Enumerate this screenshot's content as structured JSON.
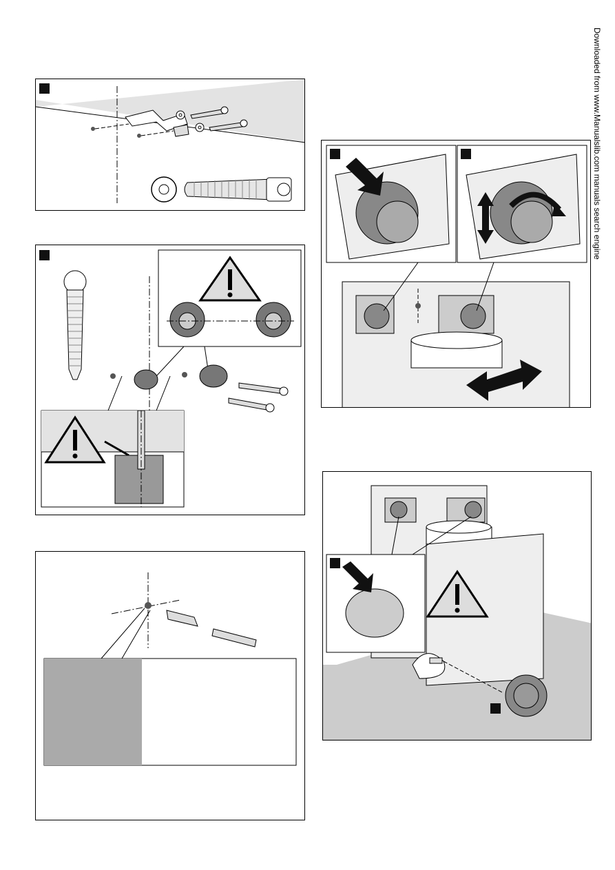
{
  "page_number_text": "Downloaded from www.Manualslib.com manuals search engine",
  "colors": {
    "outline": "#000000",
    "grey_fill": "#d9d9d9",
    "dark_grey": "#7a7a7a",
    "marker": "#111111"
  },
  "panels": [
    {
      "id": "bracket-mounting",
      "icons": [
        "screw-icon",
        "washer-icon",
        "bracket-icon"
      ]
    },
    {
      "id": "wall-plug-warning",
      "icons": [
        "warning-icon",
        "screw-icon",
        "wall-plug-icon"
      ]
    },
    {
      "id": "anchor-bolt",
      "icons": [
        "anchor-icon",
        "threaded-rod-icon"
      ]
    },
    {
      "id": "valve-adjustment",
      "icons": [
        "arrow-icon",
        "double-arrow-icon",
        "rotate-arrow-icon"
      ]
    },
    {
      "id": "cap-fitting",
      "icons": [
        "warning-icon",
        "arrow-icon",
        "knob-icon"
      ]
    }
  ]
}
